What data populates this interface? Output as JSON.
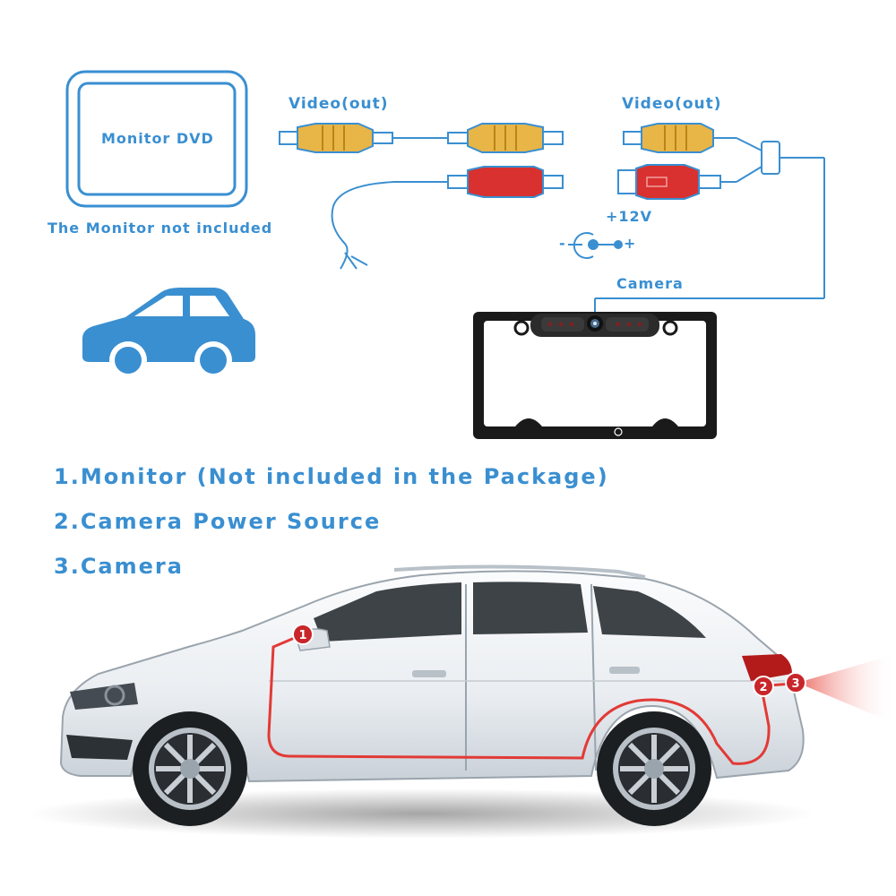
{
  "monitor": {
    "screen_label": "Monitor DVD",
    "caption": "The Monitor not included"
  },
  "cable_left": {
    "label": "Video(out)"
  },
  "cable_right": {
    "label": "Video(out)",
    "power_label": "+12V",
    "minus": "-",
    "plus": "+"
  },
  "camera": {
    "label": "Camera"
  },
  "steps": [
    "1.Monitor (Not included in the Package)",
    "2.Camera Power Source",
    "3.Camera"
  ],
  "markers": [
    "1",
    "2",
    "3"
  ],
  "colors": {
    "accent_blue": "#3a8fd1",
    "connector_yellow": "#e8b547",
    "connector_red": "#d8312f",
    "marker_red": "#c8262a",
    "car_body": "#eef1f4"
  }
}
